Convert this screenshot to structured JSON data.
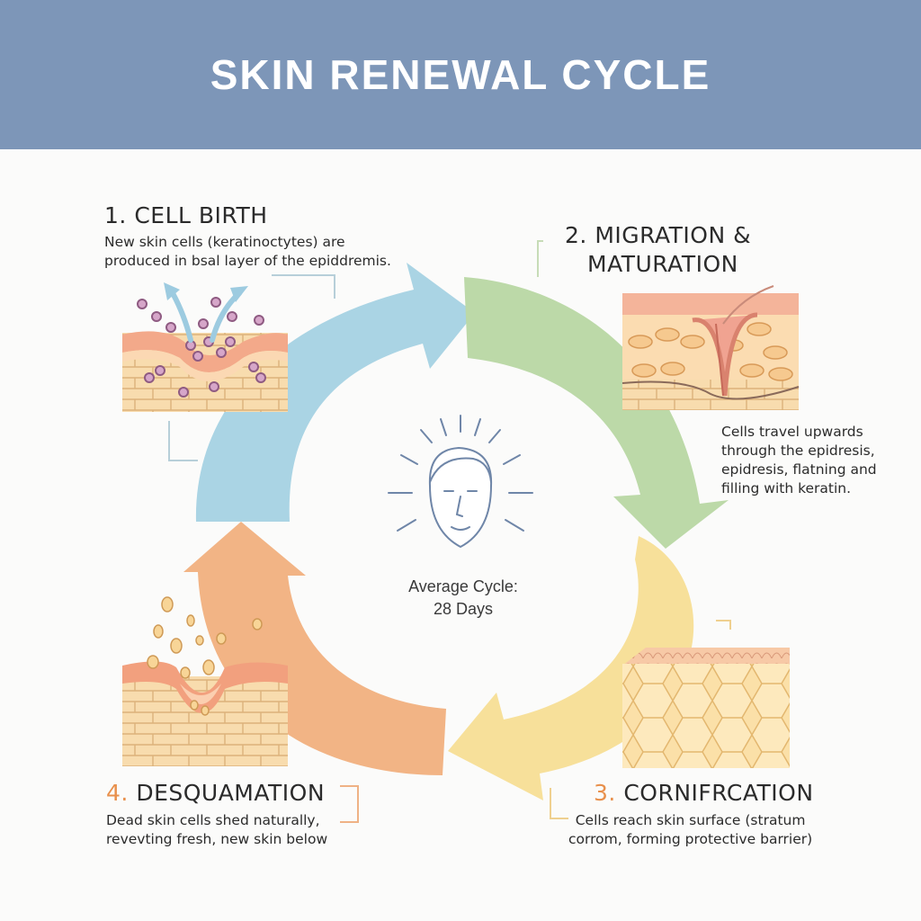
{
  "title": "SKIN RENEWAL CYCLE",
  "colors": {
    "header": "#7d96b8",
    "arrow_birth": "#aad4e4",
    "arrow_migration": "#bcd9a8",
    "arrow_cornification": "#f7e09a",
    "arrow_desquamation": "#f2b485",
    "step_number_accent": "#e8904c",
    "face_icon": "#6f86a8"
  },
  "steps": [
    {
      "number": "1.",
      "title": "CELL BIRTH",
      "description": [
        "New skin cells (keratinoctytes) are",
        "produced in bsal layer of the epiddremis."
      ]
    },
    {
      "number": "2.",
      "title_line1": "MIGRATION &",
      "title_line2": "MATURATION",
      "description": [
        "Cells travel upwards",
        "through the epidresis,",
        "epidresis, flatning and",
        "filling with keratin."
      ]
    },
    {
      "number": "3.",
      "title": "CORNIFRCATION",
      "description": [
        "Cells reach skin surface (stratum",
        "corrom, forming protective barrier)"
      ]
    },
    {
      "number": "4.",
      "title": "DESQUAMATION",
      "description": [
        "Dead skin cells shed naturally,",
        "revevting fresh, new skin below"
      ]
    }
  ],
  "center": {
    "icon": "face-icon",
    "label": "Average Cycle:",
    "value": "28 Days"
  }
}
